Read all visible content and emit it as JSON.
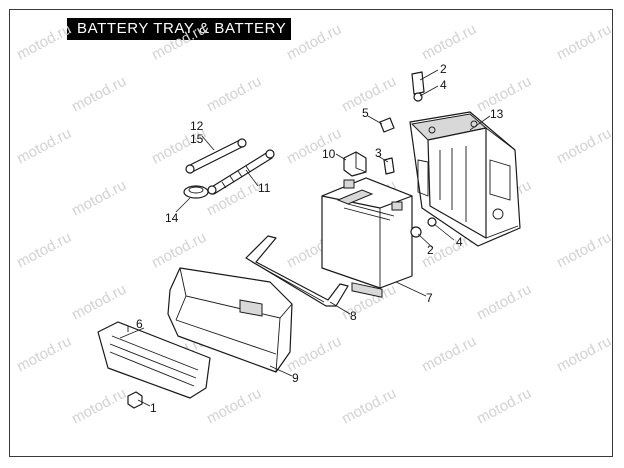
{
  "title": "BATTERY TRAY & BATTERY",
  "watermark": "motod.ru",
  "callouts": {
    "c1": "1",
    "c2a": "2",
    "c2b": "2",
    "c3": "3",
    "c4a": "4",
    "c4b": "4",
    "c5": "5",
    "c6": "6",
    "c7": "7",
    "c8": "8",
    "c9": "9",
    "c10": "10",
    "c11": "11",
    "c12": "12",
    "c13": "13",
    "c14": "14",
    "c15": "15"
  }
}
